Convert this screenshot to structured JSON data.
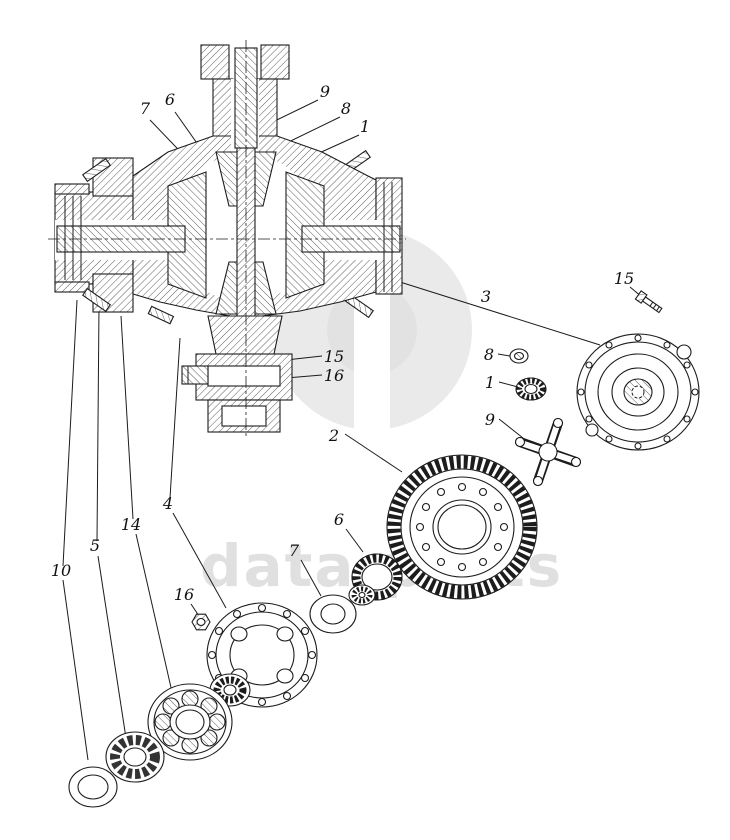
{
  "diagram": {
    "kind": "exploded-parts-technical-drawing",
    "background": "#ffffff",
    "line_color": "#1c1c1c",
    "watermark": {
      "text": "data-parts",
      "color": "#d6d6d6"
    },
    "callouts": [
      {
        "text": "7"
      },
      {
        "text": "6"
      },
      {
        "text": "9"
      },
      {
        "text": "8"
      },
      {
        "text": "1"
      },
      {
        "text": "3"
      },
      {
        "text": "15"
      },
      {
        "text": "16"
      },
      {
        "text": "2"
      },
      {
        "text": "15"
      },
      {
        "text": "8"
      },
      {
        "text": "1"
      },
      {
        "text": "9"
      },
      {
        "text": "6"
      },
      {
        "text": "7"
      },
      {
        "text": "4"
      },
      {
        "text": "14"
      },
      {
        "text": "5"
      },
      {
        "text": "10"
      },
      {
        "text": "16"
      }
    ]
  }
}
